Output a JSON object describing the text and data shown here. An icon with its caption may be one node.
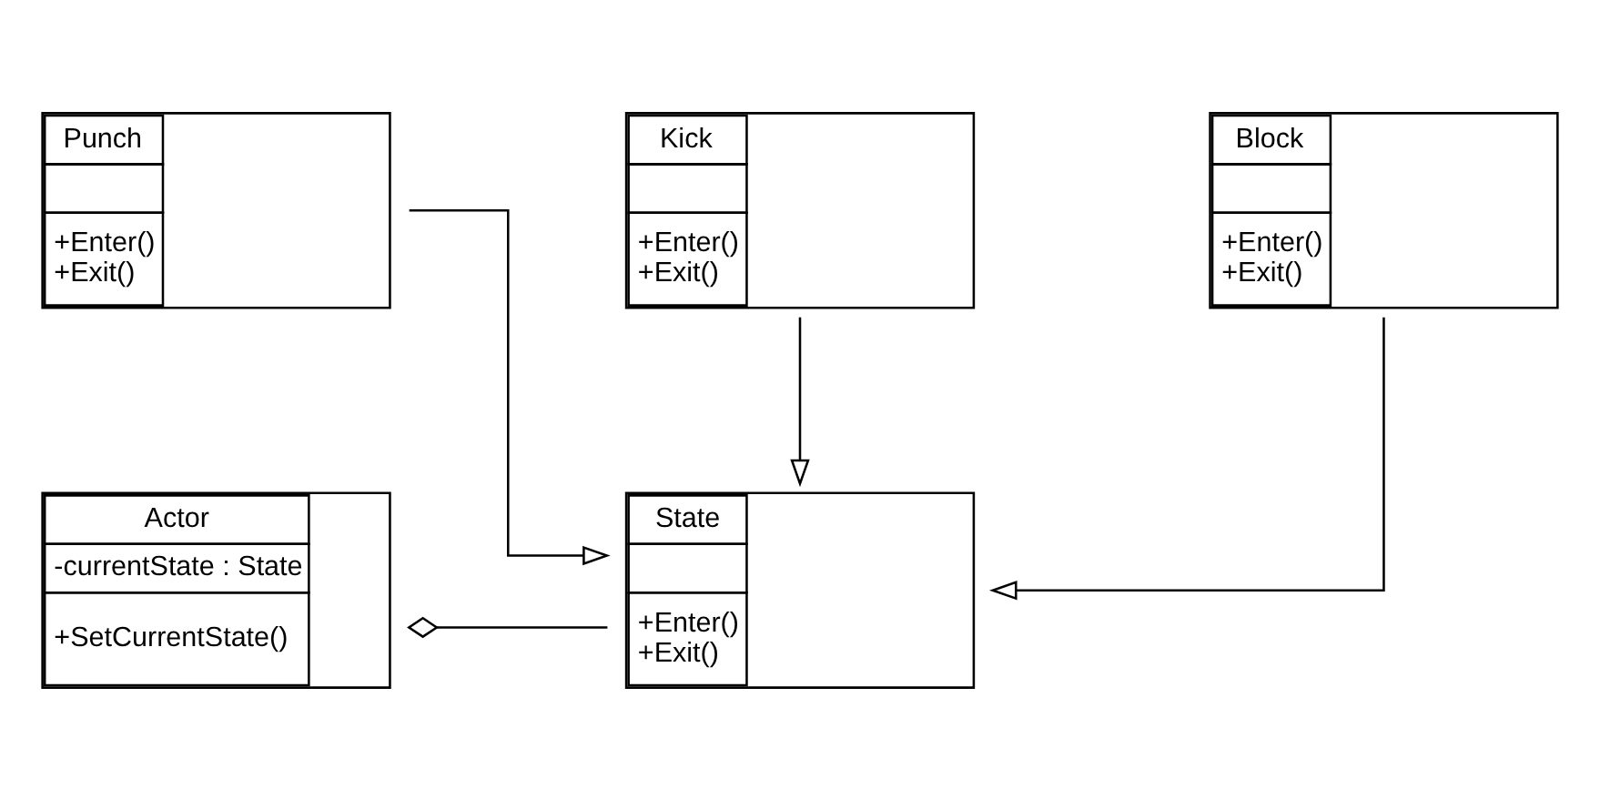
{
  "diagram": {
    "nodes": [
      {
        "text": [
          "Actor",
          "-currentState : State",
          "+SetCurrentState()"
        ]
      },
      {
        "text": [
          "State",
          "+Enter()",
          "+Exit()"
        ]
      },
      {
        "text": [
          "Punch",
          "+Enter()",
          "+Exit()"
        ]
      },
      {
        "text": [
          "Kick",
          "+Enter()",
          "+Exit()"
        ]
      },
      {
        "text": [
          "Block",
          "+Enter()",
          "+Exit()"
        ]
      }
    ],
    "edges": [
      {
        "from": 0,
        "to": 1,
        "arrow": "other"
      },
      {
        "from": 2,
        "to": 1,
        "arrow": "to"
      },
      {
        "from": 3,
        "to": 1,
        "arrow": "to"
      },
      {
        "from": 4,
        "to": 1,
        "arrow": "to"
      }
    ]
  }
}
